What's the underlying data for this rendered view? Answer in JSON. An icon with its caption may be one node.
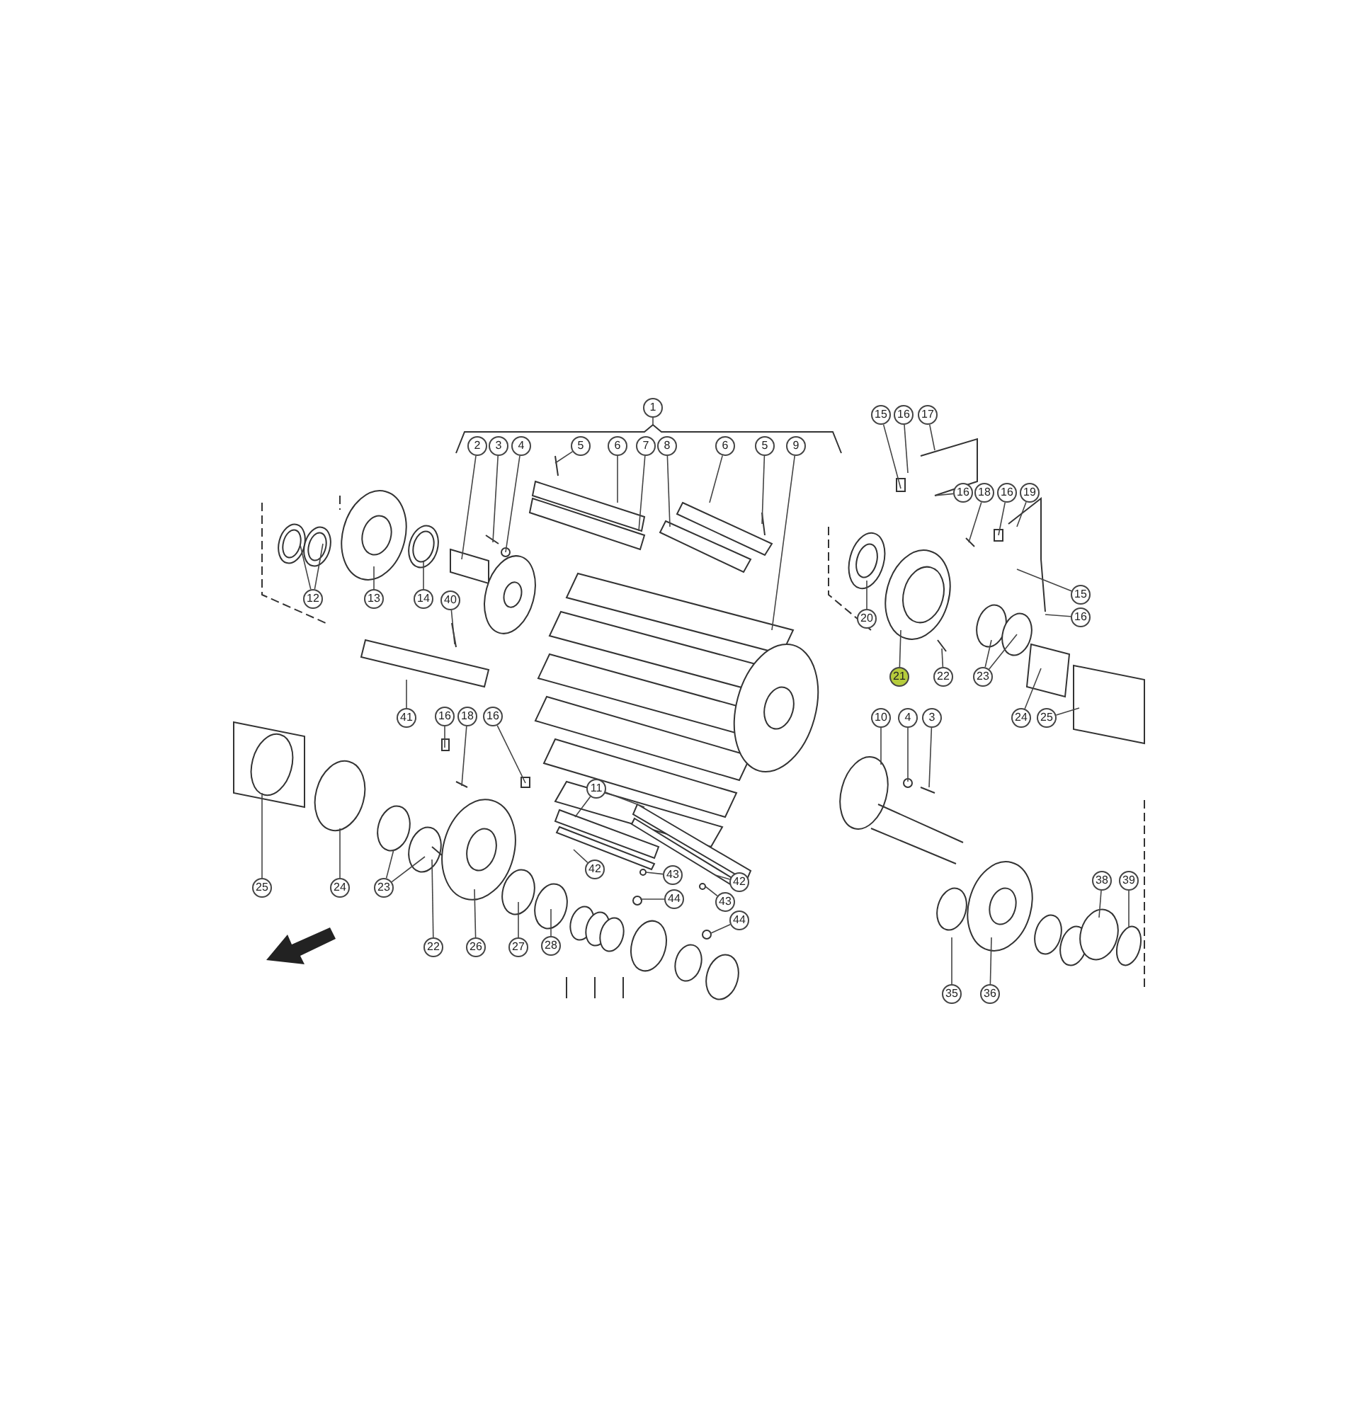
{
  "diagram": {
    "nodes": [
      {
        "text": [
          "1"
        ]
      },
      {
        "text": [
          "15"
        ]
      },
      {
        "text": [
          "16"
        ]
      },
      {
        "text": [
          "17"
        ]
      },
      {
        "text": [
          "2"
        ]
      },
      {
        "text": [
          "3"
        ]
      },
      {
        "text": [
          "4"
        ]
      },
      {
        "text": [
          "5"
        ]
      },
      {
        "text": [
          "6"
        ]
      },
      {
        "text": [
          "7"
        ]
      },
      {
        "text": [
          "8"
        ]
      },
      {
        "text": [
          "6"
        ]
      },
      {
        "text": [
          "5"
        ]
      },
      {
        "text": [
          "9"
        ]
      },
      {
        "text": [
          "16"
        ]
      },
      {
        "text": [
          "18"
        ]
      },
      {
        "text": [
          "16"
        ]
      },
      {
        "text": [
          "19"
        ]
      },
      {
        "text": [
          "12"
        ]
      },
      {
        "text": [
          "13"
        ]
      },
      {
        "text": [
          "14"
        ]
      },
      {
        "text": [
          "40"
        ]
      },
      {
        "text": [
          "15"
        ]
      },
      {
        "text": [
          "20"
        ]
      },
      {
        "text": [
          "16"
        ]
      },
      {
        "text": [
          "21"
        ]
      },
      {
        "text": [
          "22"
        ]
      },
      {
        "text": [
          "23"
        ]
      },
      {
        "text": [
          "41"
        ]
      },
      {
        "text": [
          "16"
        ]
      },
      {
        "text": [
          "18"
        ]
      },
      {
        "text": [
          "16"
        ]
      },
      {
        "text": [
          "24"
        ]
      },
      {
        "text": [
          "25"
        ]
      },
      {
        "text": [
          "10"
        ]
      },
      {
        "text": [
          "4"
        ]
      },
      {
        "text": [
          "3"
        ]
      },
      {
        "text": [
          "11"
        ]
      },
      {
        "text": [
          "42"
        ]
      },
      {
        "text": [
          "43"
        ]
      },
      {
        "text": [
          "42"
        ]
      },
      {
        "text": [
          "38"
        ]
      },
      {
        "text": [
          "39"
        ]
      },
      {
        "text": [
          "25"
        ]
      },
      {
        "text": [
          "24"
        ]
      },
      {
        "text": [
          "23"
        ]
      },
      {
        "text": [
          "44"
        ]
      },
      {
        "text": [
          "43"
        ]
      },
      {
        "text": [
          "44"
        ]
      },
      {
        "text": [
          "22"
        ]
      },
      {
        "text": [
          "26"
        ]
      },
      {
        "text": [
          "27"
        ]
      },
      {
        "text": [
          "28"
        ]
      },
      {
        "text": [
          "35"
        ]
      },
      {
        "text": [
          "36"
        ]
      }
    ],
    "edges": [
      {
        "from": 0,
        "to": null,
        "arrow": "none"
      },
      {
        "from": 1,
        "to": null,
        "arrow": "none"
      },
      {
        "from": 2,
        "to": null,
        "arrow": "none"
      },
      {
        "from": 3,
        "to": null,
        "arrow": "none"
      },
      {
        "from": 4,
        "to": null,
        "arrow": "none"
      },
      {
        "from": 5,
        "to": null,
        "arrow": "none"
      },
      {
        "from": 6,
        "to": null,
        "arrow": "none"
      },
      {
        "from": 7,
        "to": null,
        "arrow": "none"
      },
      {
        "from": 8,
        "to": null,
        "arrow": "none"
      },
      {
        "from": 9,
        "to": null,
        "arrow": "none"
      },
      {
        "from": 10,
        "to": null,
        "arrow": "none"
      },
      {
        "from": 11,
        "to": null,
        "arrow": "none"
      },
      {
        "from": 12,
        "to": null,
        "arrow": "none"
      },
      {
        "from": 13,
        "to": null,
        "arrow": "none"
      },
      {
        "from": 14,
        "to": null,
        "arrow": "none"
      },
      {
        "from": 15,
        "to": null,
        "arrow": "none"
      },
      {
        "from": 16,
        "to": null,
        "arrow": "none"
      },
      {
        "from": 17,
        "to": null,
        "arrow": "none"
      },
      {
        "from": 18,
        "to": null,
        "arrow": "none"
      },
      {
        "from": 19,
        "to": null,
        "arrow": "none"
      },
      {
        "from": 20,
        "to": null,
        "arrow": "none"
      },
      {
        "from": 21,
        "to": null,
        "arrow": "none"
      },
      {
        "from": 22,
        "to": null,
        "arrow": "none"
      },
      {
        "from": 23,
        "to": null,
        "arrow": "none"
      },
      {
        "from": 24,
        "to": null,
        "arrow": "none"
      },
      {
        "from": 25,
        "to": null,
        "arrow": "none"
      },
      {
        "from": 26,
        "to": null,
        "arrow": "none"
      },
      {
        "from": 27,
        "to": null,
        "arrow": "none"
      },
      {
        "from": 28,
        "to": null,
        "arrow": "none"
      },
      {
        "from": 29,
        "to": null,
        "arrow": "none"
      },
      {
        "from": 30,
        "to": null,
        "arrow": "none"
      },
      {
        "from": 31,
        "to": null,
        "arrow": "none"
      },
      {
        "from": 32,
        "to": null,
        "arrow": "none"
      },
      {
        "from": 33,
        "to": null,
        "arrow": "none"
      },
      {
        "from": 34,
        "to": null,
        "arrow": "none"
      },
      {
        "from": 35,
        "to": null,
        "arrow": "none"
      },
      {
        "from": 36,
        "to": null,
        "arrow": "none"
      },
      {
        "from": 37,
        "to": null,
        "arrow": "none"
      },
      {
        "from": 38,
        "to": null,
        "arrow": "none"
      },
      {
        "from": 39,
        "to": null,
        "arrow": "none"
      },
      {
        "from": 40,
        "to": null,
        "arrow": "none"
      },
      {
        "from": 41,
        "to": null,
        "arrow": "none"
      },
      {
        "from": 42,
        "to": null,
        "arrow": "none"
      },
      {
        "from": 43,
        "to": null,
        "arrow": "none"
      },
      {
        "from": 44,
        "to": null,
        "arrow": "none"
      },
      {
        "from": 45,
        "to": null,
        "arrow": "none"
      },
      {
        "from": 46,
        "to": null,
        "arrow": "none"
      },
      {
        "from": 47,
        "to": null,
        "arrow": "none"
      },
      {
        "from": 48,
        "to": null,
        "arrow": "none"
      },
      {
        "from": 49,
        "to": null,
        "arrow": "none"
      },
      {
        "from": 50,
        "to": null,
        "arrow": "none"
      },
      {
        "from": 51,
        "to": null,
        "arrow": "none"
      },
      {
        "from": 52,
        "to": null,
        "arrow": "none"
      },
      {
        "from": 53,
        "to": null,
        "arrow": "none"
      },
      {
        "from": 54,
        "to": null,
        "arrow": "none"
      },
      {
        "from": 18,
        "to": null,
        "arrow": "none"
      },
      {
        "from": 27,
        "to": null,
        "arrow": "none"
      },
      {
        "from": 45,
        "to": null,
        "arrow": "none"
      },
      {
        "from": 37,
        "to": null,
        "arrow": "none"
      }
    ]
  }
}
